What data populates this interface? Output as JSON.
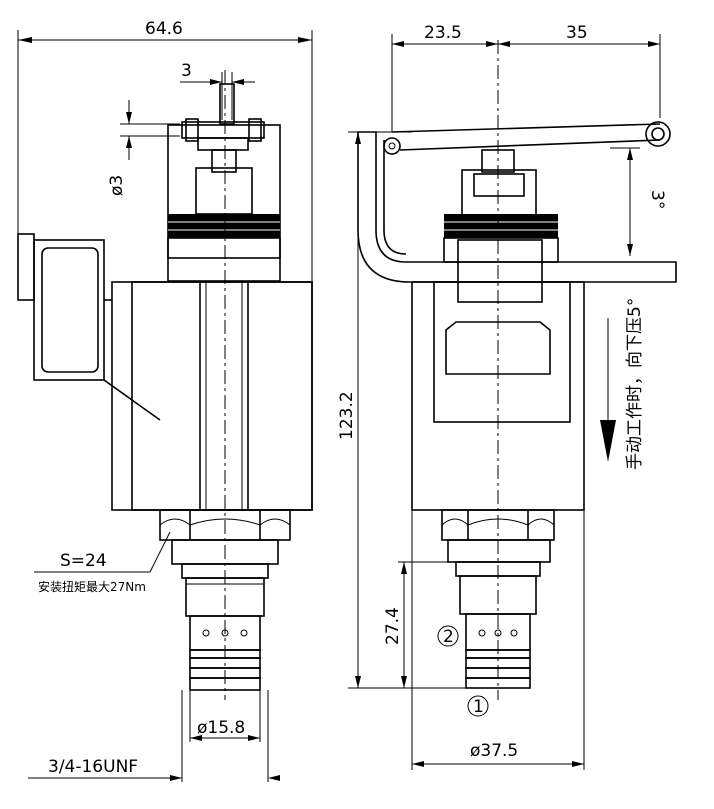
{
  "dimensions": {
    "overall_width": "64.6",
    "pin_width": "3",
    "pin_diameter": "ø3",
    "lever_left": "23.5",
    "lever_right": "35",
    "lever_travel": "3°",
    "overall_height": "123.2",
    "cartridge_length": "27.4",
    "cartridge_diameter": "ø15.8",
    "body_diameter": "ø37.5"
  },
  "notes": {
    "hex_size": "S=24",
    "torque": "安装扭矩最大27Nm",
    "thread": "3/4-16UNF",
    "manual_op": "手动工作时，向下压5°"
  },
  "ports": {
    "port_1": "1",
    "port_2": "2"
  }
}
